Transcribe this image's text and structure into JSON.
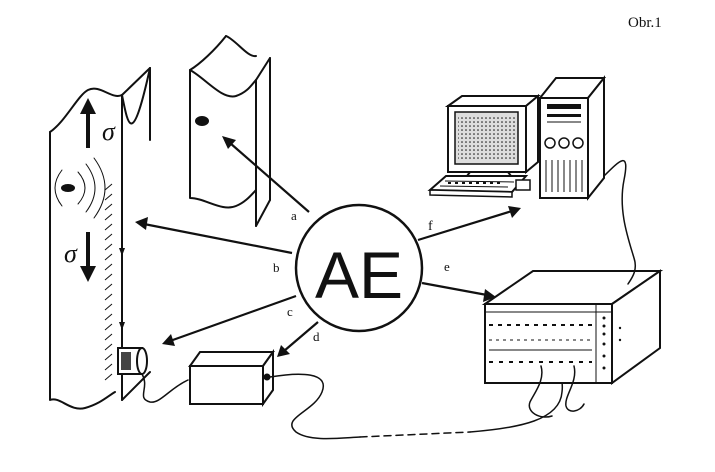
{
  "figure_label": "Obr.1",
  "center_label": "AE",
  "arrow_labels": {
    "a": "a",
    "b": "b",
    "c": "c",
    "d": "d",
    "e": "e",
    "f": "f"
  },
  "stress_symbol": "σ",
  "colors": {
    "ink": "#111111",
    "background": "#ffffff"
  },
  "icons": [
    "computer-monitor-icon",
    "computer-tower-icon",
    "keyboard-icon",
    "sensor-icon",
    "amplifier-box-icon",
    "analyzer-instrument-icon"
  ]
}
